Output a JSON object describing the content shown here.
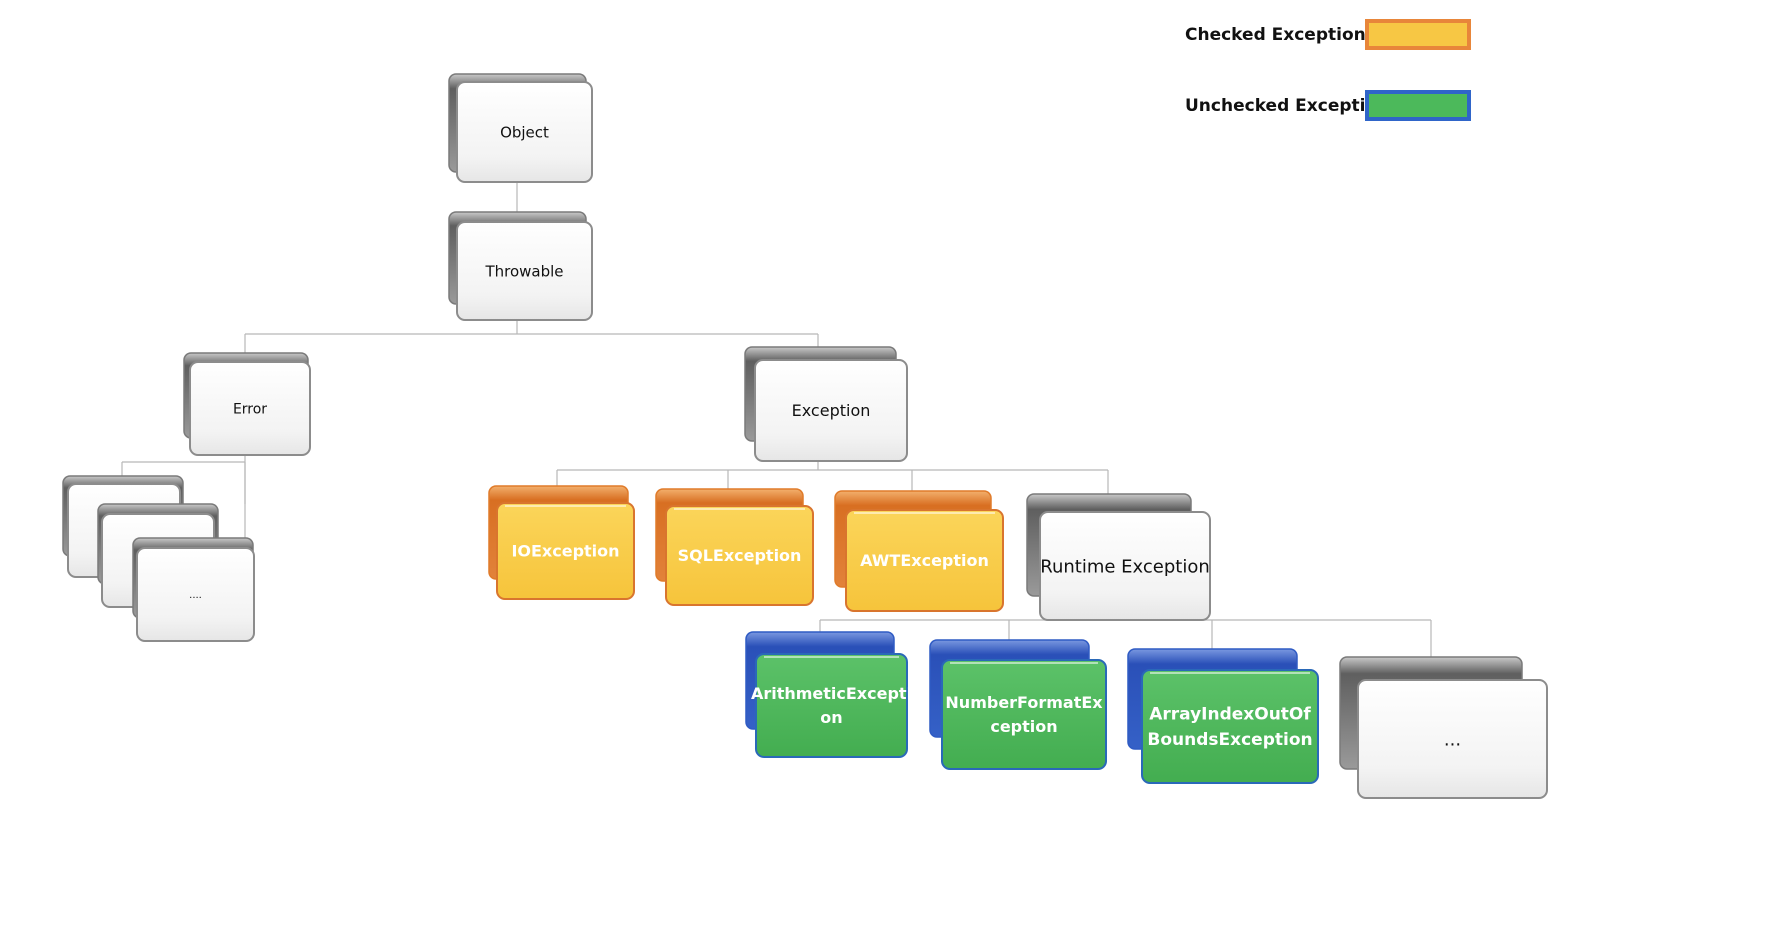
{
  "legend": {
    "checked": {
      "label": "Checked Exception",
      "fill": "#F7C744",
      "border": "#E8863A"
    },
    "unchecked": {
      "label": "Unchecked Exception",
      "fill": "#4CB95B",
      "border": "#2F65C9"
    }
  },
  "styles": {
    "gray": {
      "back_fill": "#7a7a7a",
      "front_fill": "#f7f7f7",
      "front_border": "#8c8c8c",
      "text_color": "#111111"
    },
    "checked": {
      "back_fill": "#E07B2A",
      "front_fill": "#F9CC45",
      "front_border": "#D9752E",
      "text_color": "#ffffff"
    },
    "unchecked": {
      "back_fill": "#2F5BC4",
      "front_fill": "#4EB65A",
      "front_border": "#2A69B8",
      "text_color": "#ffffff"
    }
  },
  "nodes": {
    "object": {
      "label": "Object",
      "style": "gray"
    },
    "throwable": {
      "label": "Throwable",
      "style": "gray"
    },
    "error": {
      "label": "Error",
      "style": "gray"
    },
    "error_child_1": {
      "label": "",
      "style": "gray"
    },
    "error_child_2": {
      "label": "",
      "style": "gray"
    },
    "error_child_3": {
      "label": "....",
      "style": "gray"
    },
    "exception": {
      "label": "Exception",
      "style": "gray"
    },
    "io_exception": {
      "label": "IOException",
      "style": "checked"
    },
    "sql_exception": {
      "label": "SQLException",
      "style": "checked"
    },
    "awt_exception": {
      "label": "AWTException",
      "style": "checked"
    },
    "runtime_exception": {
      "label": "Runtime Exception",
      "style": "gray"
    },
    "arithmetic_exception": {
      "label": "ArithmeticExcepti\non",
      "style": "unchecked"
    },
    "number_format_exception": {
      "label": "NumberFormatEx\nception",
      "style": "unchecked"
    },
    "array_index_exception": {
      "label": "ArrayIndexOutOf\nBoundsException",
      "style": "unchecked"
    },
    "runtime_more": {
      "label": "...",
      "style": "gray"
    }
  }
}
